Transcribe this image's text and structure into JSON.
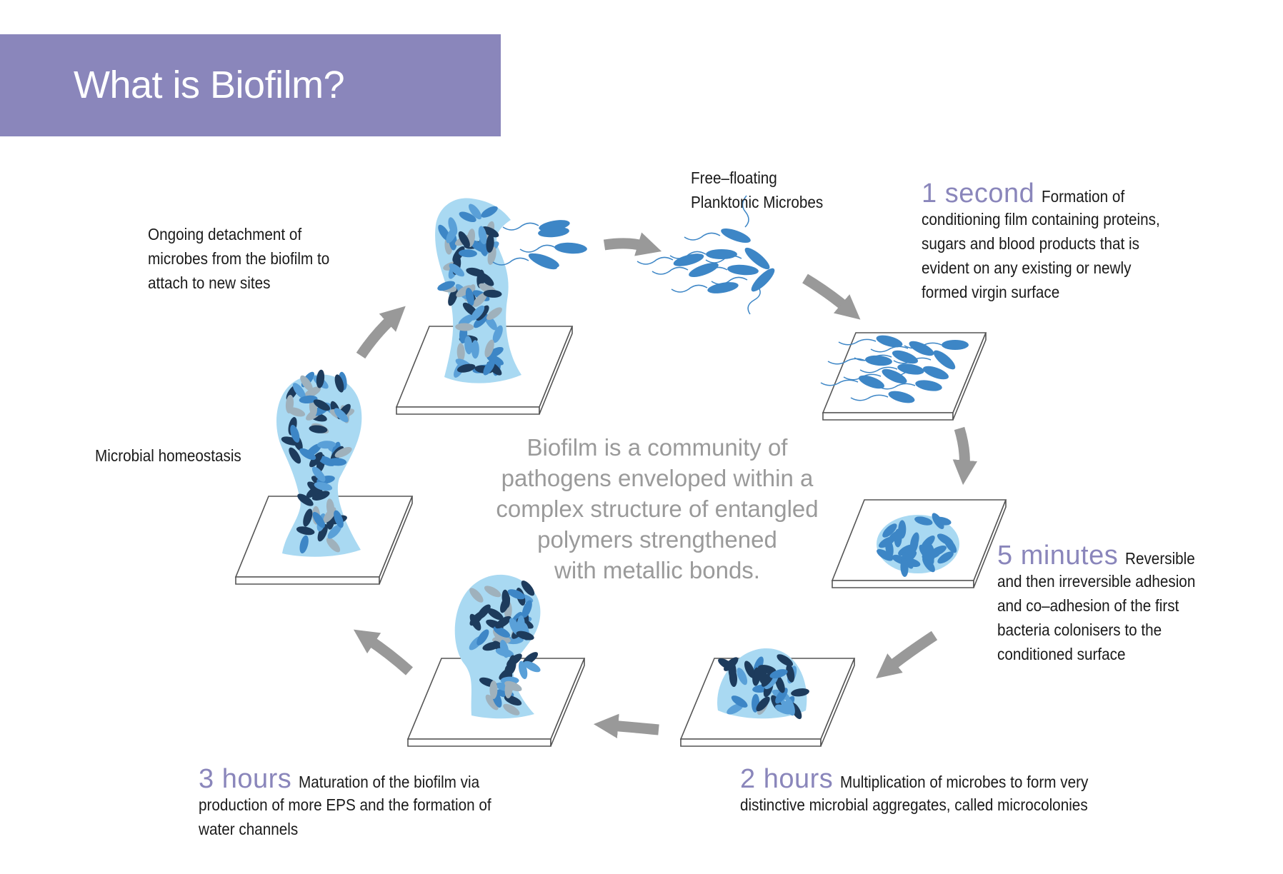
{
  "header": {
    "title": "What is Biofilm?"
  },
  "center": {
    "lines": [
      "Biofilm is a community of",
      "pathogens enveloped within a",
      "complex structure of entangled",
      "polymers strengthened",
      "with metallic bonds."
    ]
  },
  "labels": {
    "free_floating": [
      "Free–floating",
      "Planktonic Microbes"
    ],
    "detachment": [
      "Ongoing detachment of",
      "microbes from the biofilm to",
      "attach to new sites"
    ],
    "homeostasis": "Microbial homeostasis"
  },
  "steps": {
    "one_second": {
      "time": "1 second",
      "first": "Formation of",
      "lines": [
        "conditioning film containing proteins,",
        "sugars and blood products that is",
        "evident on any existing or newly",
        "formed virgin surface"
      ]
    },
    "five_minutes": {
      "time": "5 minutes",
      "first": "Reversible",
      "lines": [
        "and then irreversible adhesion",
        "and co–adhesion of the first",
        "bacteria colonisers to the",
        "conditioned surface"
      ]
    },
    "two_hours": {
      "time": "2 hours",
      "first": "Multiplication of microbes to form very",
      "lines": [
        "distinctive microbial aggregates, called microcolonies"
      ]
    },
    "three_hours": {
      "time": "3 hours",
      "first": "Maturation of the biofilm via",
      "lines": [
        "production of more EPS and the formation of",
        "water channels"
      ]
    }
  },
  "colors": {
    "accent": "#8a86bb",
    "arrow": "#999999",
    "matrix": "#a9d9f2",
    "microbe_mid": "#3d86c6",
    "microbe_dark": "#1d3b5c",
    "microbe_grey": "#9fb1bc",
    "center_text": "#9a9a9a"
  }
}
